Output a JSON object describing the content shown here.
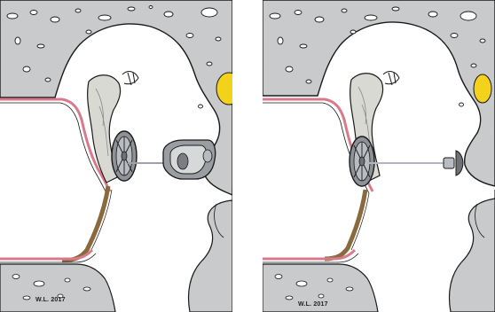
{
  "figure": {
    "panels": [
      {
        "id": "left",
        "state": "prosthesis-with-connector-attached",
        "signature": "W.L. 2017"
      },
      {
        "id": "right",
        "state": "prosthesis-with-small-connector",
        "signature": "W.L. 2017"
      }
    ],
    "colors": {
      "bone": "#c9cacc",
      "bone_outline": "#1a1a1a",
      "skin": "#d97a8c",
      "canal_wall": "#8a6a3c",
      "yellow_mark": "#f2d21a",
      "metal": "#8e9196",
      "background": "#ffffff"
    }
  }
}
